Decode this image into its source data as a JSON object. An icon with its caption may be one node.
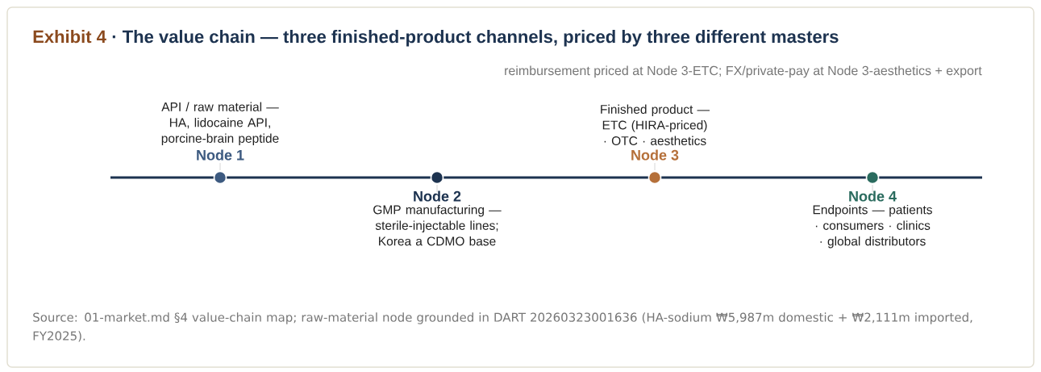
{
  "diagram": {
    "title": "Exhibit 4",
    "caption": "Source: 01-market.md §4 value-chain map; raw-material node grounded in DART 20260323001636 (HA-sodium ₩5,987m domestic + ₩2,111m imported, FY2025).",
    "nodes": [
      {
        "text": [
          "API / raw material — HA, lidocaine API, porcine-brain peptide",
          "Node 1"
        ]
      },
      {
        "text": [
          "Node 2",
          "GMP manufacturing — sterile-injectable lines; Korea a CDMO base"
        ]
      },
      {
        "text": [
          "Finished product — ETC (HIRA-priced) · OTC · aesthetics",
          "Node 3"
        ]
      },
      {
        "text": [
          "Node 4",
          "Endpoints — patients · consumers · clinics · global distributors"
        ]
      }
    ],
    "edges": [
      {
        "from": null,
        "to": 0,
        "arrow": "none"
      },
      {
        "from": 0,
        "to": 1,
        "arrow": "none"
      },
      {
        "from": 1,
        "to": 2,
        "arrow": "none"
      },
      {
        "from": 2,
        "to": 3,
        "arrow": "none"
      },
      {
        "from": 3,
        "to": null,
        "arrow": "none"
      }
    ],
    "labels": [
      "· The value chain — three finished-product channels, priced by three different masters",
      "reimbursement priced at Node 3-ETC; FX/private-pay at Node 3-aesthetics + export"
    ]
  }
}
